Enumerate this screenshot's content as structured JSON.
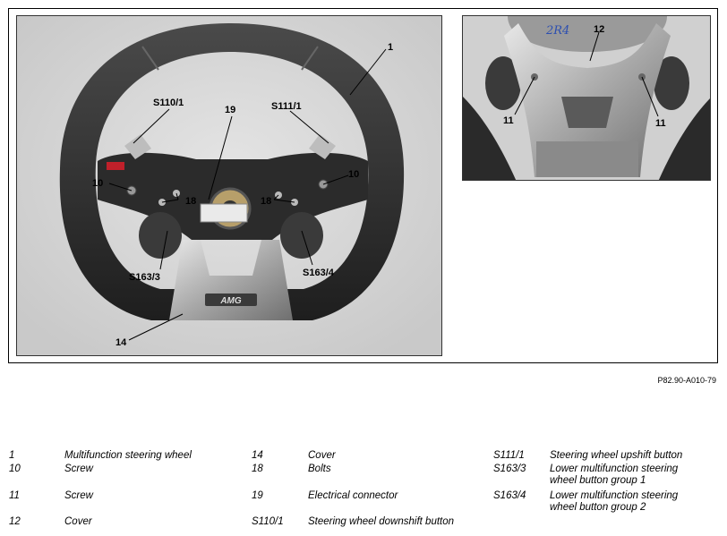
{
  "figure": {
    "reference": "P82.90-A010-79",
    "main_callouts": [
      "1",
      "S110/1",
      "19",
      "S111/1",
      "10",
      "10",
      "18",
      "18",
      "S163/3",
      "S163/4",
      "14"
    ],
    "detail_callouts": [
      "12",
      "11",
      "11"
    ],
    "brand_mark": "AMG",
    "handwritten_note": "2R4"
  },
  "legend": {
    "col1": [
      {
        "code": "1",
        "text": "Multifunction steering wheel"
      },
      {
        "code": "10",
        "text": "Screw"
      },
      {
        "code": "11",
        "text": "Screw"
      },
      {
        "code": "12",
        "text": "Cover"
      }
    ],
    "col2": [
      {
        "code": "14",
        "text": "Cover"
      },
      {
        "code": "18",
        "text": "Bolts"
      },
      {
        "code": "19",
        "text": "Electrical connector"
      },
      {
        "code": "S110/1",
        "text": "Steering wheel downshift button"
      }
    ],
    "col3": [
      {
        "code": "S111/1",
        "text": "Steering wheel upshift button"
      },
      {
        "code": "S163/3",
        "text": "Lower multifunction steering",
        "text2": "wheel button group 1"
      },
      {
        "code": "S163/4",
        "text": "Lower multifunction steering",
        "text2": "wheel button group 2"
      }
    ]
  }
}
